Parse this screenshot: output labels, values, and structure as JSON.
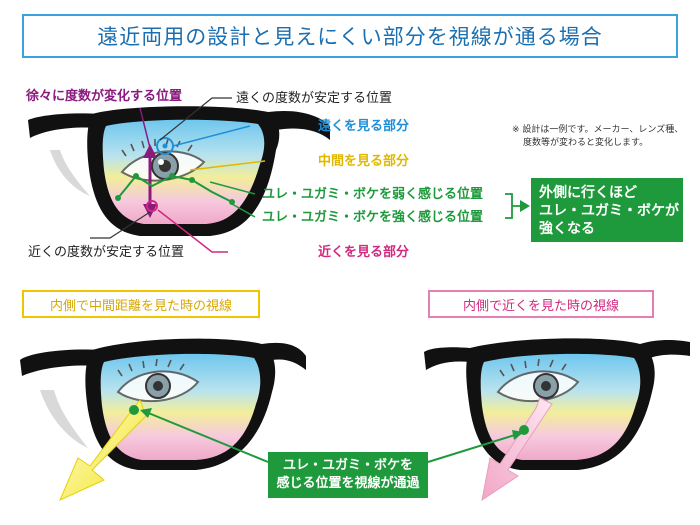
{
  "title": "遠近両用の設計と見えにくい部分を視線が通る場合",
  "top_diagram": {
    "label_gradual": "徐々に度数が変化する位置",
    "label_far_stable": "遠くの度数が安定する位置",
    "label_near_stable": "近くの度数が安定する位置",
    "zone_far": "遠くを見る部分",
    "zone_mid": "中間を見る部分",
    "zone_near": "近くを見る部分",
    "blur_weak": "ユレ・ユガミ・ボケを弱く感じる位置",
    "blur_strong": "ユレ・ユガミ・ボケを強く感じる位置",
    "callout_lines": [
      "外側に行くほど",
      "ユレ・ユガミ・ボケが",
      "強くなる"
    ],
    "note_lines": [
      "※ 設計は一例です。メーカー、レンズ種、",
      "度数等が変わると変化します。"
    ]
  },
  "bottom_left": {
    "title": "内側で中間距離を見た時の視線"
  },
  "bottom_right": {
    "title": "内側で近くを見た時の視線"
  },
  "bottom_callout_lines": [
    "ユレ・ユガミ・ボケを",
    "感じる位置を視線が通過"
  ],
  "colors": {
    "title_border": "#3aa3dc",
    "title_text": "#1b6fb0",
    "gradual": "#8a1a7e",
    "far": "#1e8fd8",
    "mid": "#e0b800",
    "near": "#d2287f",
    "green": "#1e9a3c",
    "sub_left_border": "#f0c400",
    "sub_right_border": "#e47fb4"
  }
}
